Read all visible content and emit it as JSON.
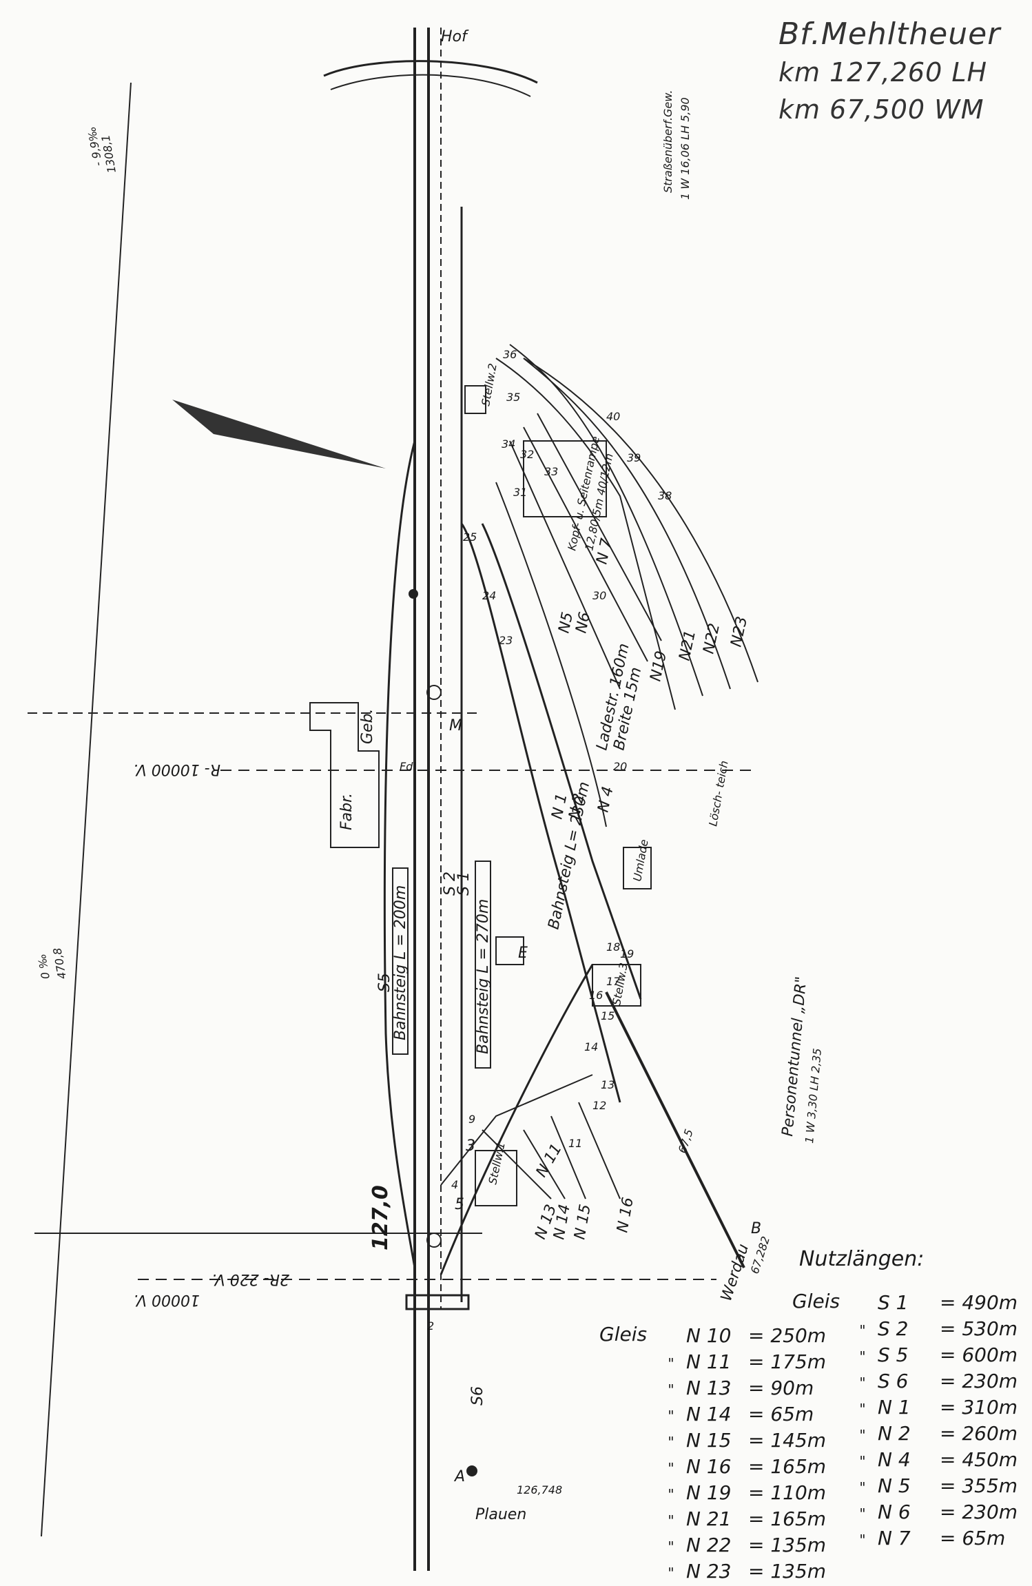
{
  "title": {
    "station": "Bf.Mehltheuer",
    "km_lh": "km 127,260 LH",
    "km_wm": "km 67,500 WM"
  },
  "plan_labels": {
    "direction_top": "Hof",
    "direction_bottom_left": "Plauen",
    "direction_bottom_right": "Werdau",
    "road_over": "Straßenüberf.Gew.",
    "road_over_ref": "1 W 16,06 LH 5,90",
    "km_marker_main": "127,0",
    "km_marker_bottom": "126,748",
    "km_marker_werdau": "67,282",
    "km_werdau_km": "67,5",
    "gradient_top": "- 9,9‰",
    "gradient_top_ref": "1308,1",
    "gradient_mid": "0 ‰",
    "gradient_mid_ref": "470,8",
    "curve_upper": "R- 10000 V.",
    "curve_lower": "2R- 220 V.",
    "curve_lower_2": "10000 V.",
    "building_fabr": "Fabr.",
    "building_geb": "Geb.",
    "platform_s5": "Bahnsteig L = 200m",
    "platform_s1": "Bahnsteig L = 270m",
    "platform_n1": "Bahnsteig L= 230m",
    "loading_road": "Ladestr. 160m",
    "loading_width": "Breite 15m",
    "head_ramp": "Kopf- u. Seitenrampe",
    "head_ramp_len": "12,80/5m 40/12m",
    "loesch_teich": "Lösch- teich",
    "unload": "Umlade",
    "tunnel": "Personentunnel „DR\"",
    "tunnel_ref": "1 W 3,30 LH 2,35",
    "stellw1": "Stellw.1",
    "stellw2": "Stellw.2",
    "stellw3": "Stellw.3",
    "fdl": "Fdl",
    "track_s1": "S 1",
    "track_s2": "S 2",
    "track_s5": "S5",
    "track_s6": "S6",
    "track_n1": "N 1",
    "track_n2": "N 2",
    "track_n4": "N 4",
    "track_n5": "N5",
    "track_n6": "N6",
    "track_n7": "N 7",
    "track_n11": "N 11",
    "track_n13": "N 13",
    "track_n14": "N 14",
    "track_n15": "N 15",
    "track_n16": "N 16",
    "track_n19": "N19",
    "track_n21": "N21",
    "track_n22": "N22",
    "track_n23": "N23",
    "signal_e": "E",
    "signal_b": "B",
    "signal_a": "A",
    "signal_5": "5",
    "signal_3": "3",
    "signal_m": "M",
    "switch_36": "36",
    "switch_35": "35",
    "switch_34": "34",
    "switch_33": "33",
    "switch_32": "32",
    "switch_31": "31",
    "switch_30": "30",
    "switch_40": "40",
    "switch_39": "39",
    "switch_38": "38",
    "switch_25": "25",
    "switch_24": "24",
    "switch_23": "23",
    "switch_20": "20",
    "switch_19": "19",
    "switch_18": "18",
    "switch_17": "17",
    "switch_16": "16",
    "switch_15": "15",
    "switch_14": "14",
    "switch_13": "13",
    "switch_12": "12",
    "switch_11": "11",
    "switch_9": "9",
    "switch_4": "4",
    "switch_2": "2"
  },
  "useful_lengths": {
    "heading": "Nutzlängen:",
    "gleis_label": "Gleis",
    "ditto": "\"",
    "left": [
      {
        "track": "N 10",
        "length": "= 250m"
      },
      {
        "track": "N 11",
        "length": "= 175m"
      },
      {
        "track": "N 13",
        "length": "= 90m"
      },
      {
        "track": "N 14",
        "length": "= 65m"
      },
      {
        "track": "N 15",
        "length": "= 145m"
      },
      {
        "track": "N 16",
        "length": "= 165m"
      },
      {
        "track": "N 19",
        "length": "= 110m"
      },
      {
        "track": "N 21",
        "length": "= 165m"
      },
      {
        "track": "N 22",
        "length": "= 135m"
      },
      {
        "track": "N 23",
        "length": "= 135m"
      }
    ],
    "right": [
      {
        "track": "S 1",
        "length": "= 490m"
      },
      {
        "track": "S 2",
        "length": "= 530m"
      },
      {
        "track": "S 5",
        "length": "= 600m"
      },
      {
        "track": "S 6",
        "length": "= 230m"
      },
      {
        "track": "N 1",
        "length": "= 310m"
      },
      {
        "track": "N 2",
        "length": "= 260m"
      },
      {
        "track": "N 4",
        "length": "= 450m"
      },
      {
        "track": "N 5",
        "length": "= 355m"
      },
      {
        "track": "N 6",
        "length": "= 230m"
      },
      {
        "track": "N 7",
        "length": "= 65m"
      }
    ]
  }
}
